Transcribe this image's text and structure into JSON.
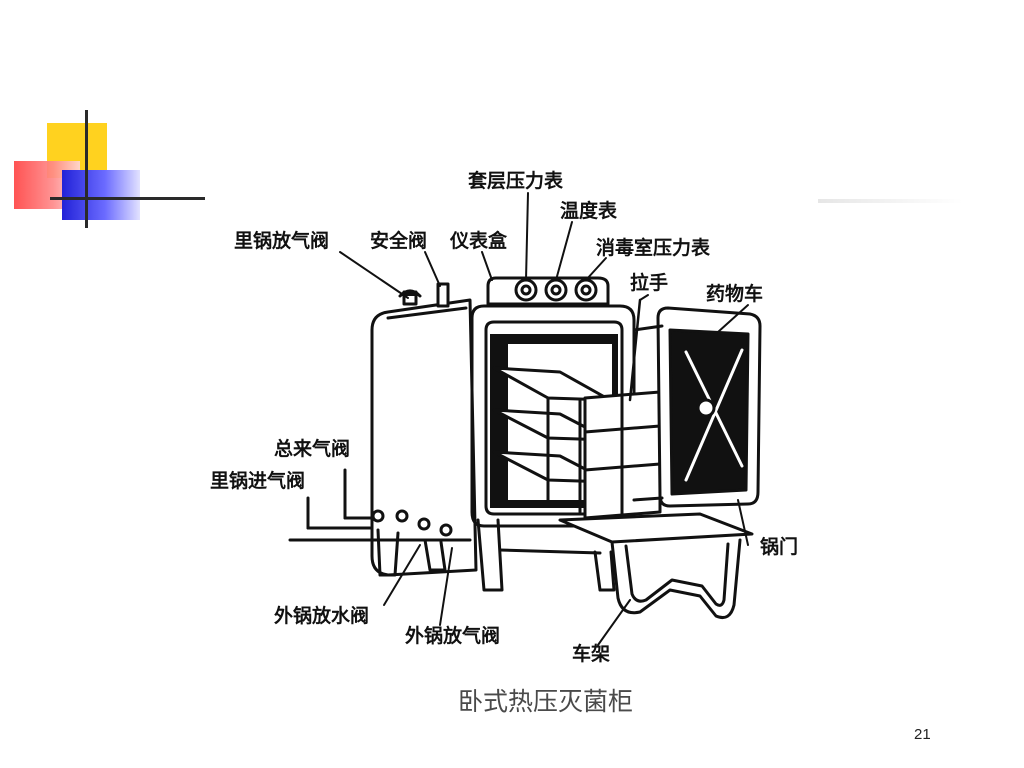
{
  "labels": {
    "jacket_pressure_gauge": "套层压力表",
    "thermometer": "温度表",
    "inner_vent_valve": "里锅放气阀",
    "safety_valve": "安全阀",
    "instrument_box": "仪表盒",
    "chamber_pressure_gauge": "消毒室压力表",
    "handle": "拉手",
    "drug_cart": "药物车",
    "main_steam_valve": "总来气阀",
    "inner_steam_inlet_valve": "里锅进气阀",
    "door": "锅门",
    "outer_drain_valve": "外锅放水阀",
    "outer_vent_valve": "外锅放气阀",
    "cart_frame": "车架"
  },
  "caption": "卧式热压灭菌柜",
  "page_number": "21"
}
